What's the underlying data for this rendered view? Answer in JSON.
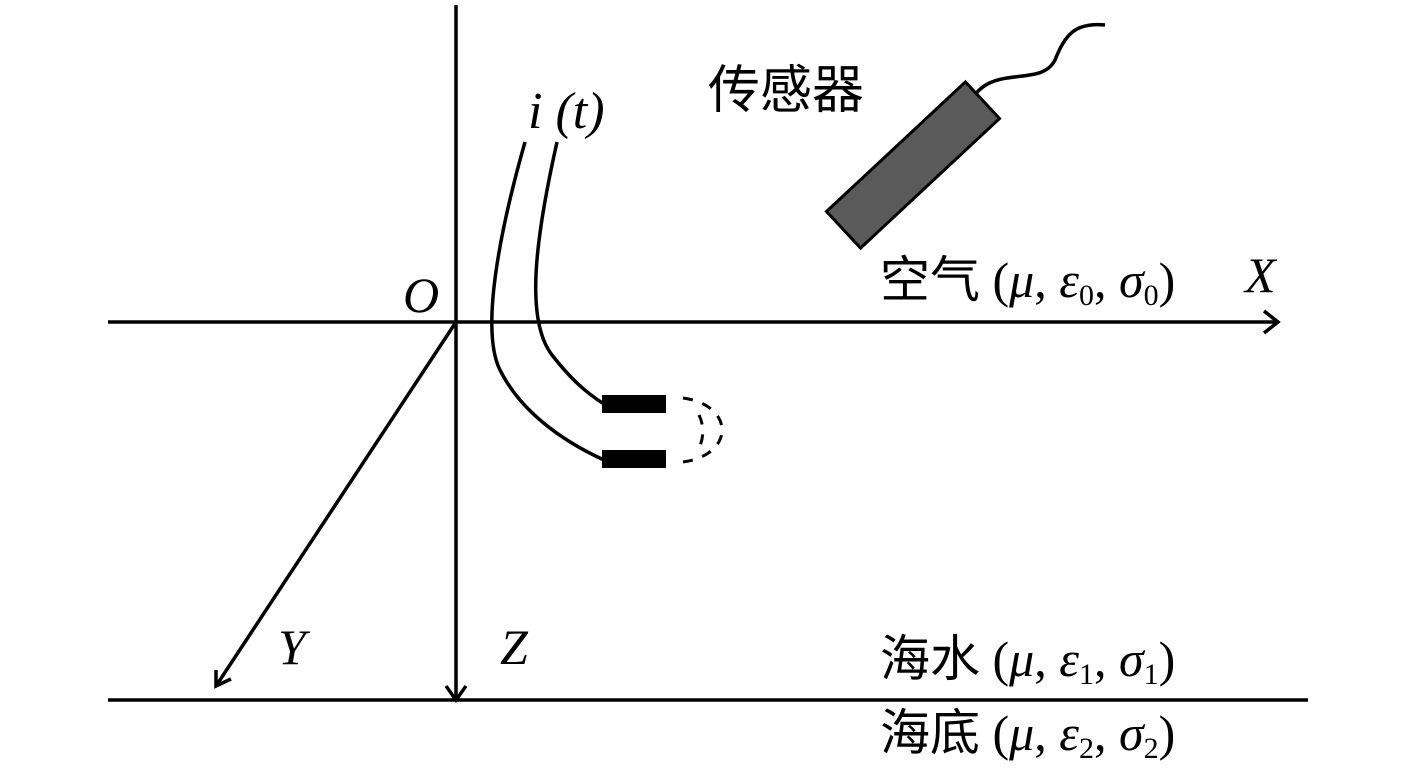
{
  "labels": {
    "origin": "O",
    "x_axis": "X",
    "y_axis": "Y",
    "z_axis": "Z",
    "current": "i (t)",
    "sensor": "传感器"
  },
  "layers": {
    "air": {
      "name": "空气",
      "mu": "μ",
      "eps": "ε",
      "eps_sub": "0",
      "sigma": "σ",
      "sigma_sub": "0"
    },
    "seawater": {
      "name": "海水",
      "mu": "μ",
      "eps": "ε",
      "eps_sub": "1",
      "sigma": "σ",
      "sigma_sub": "1"
    },
    "seabed": {
      "name": "海底",
      "mu": "μ",
      "eps": "ε",
      "eps_sub": "2",
      "sigma": "σ",
      "sigma_sub": "2"
    }
  },
  "colors": {
    "stroke": "#000000",
    "sensor_fill": "#5a5a5a",
    "electrode_fill": "#000000"
  }
}
